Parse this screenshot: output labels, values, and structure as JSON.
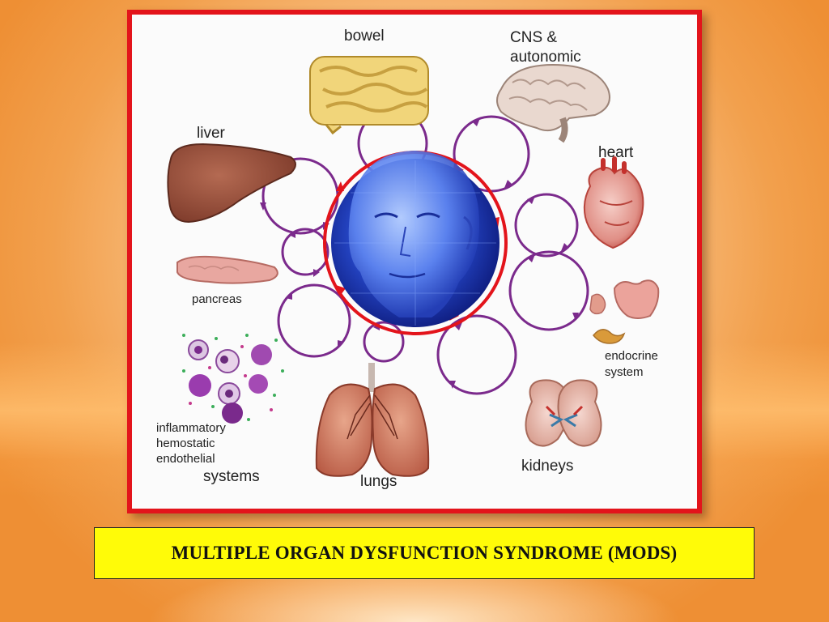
{
  "diagram": {
    "organ_labels": {
      "bowel": "bowel",
      "cns_line1": "CNS &",
      "cns_line2": "autonomic",
      "heart": "heart",
      "liver": "liver",
      "pancreas": "pancreas",
      "endocrine_line1": "endocrine",
      "endocrine_line2": "system",
      "inflammatory_line1": "inflammatory",
      "inflammatory_line2": "hemostatic",
      "inflammatory_line3": "endothelial",
      "inflammatory_line4": "systems",
      "lungs": "lungs",
      "kidneys": "kidneys"
    },
    "colors": {
      "frame_border": "#e3141b",
      "central_ring": "#e3141b",
      "cycle_arrows": "#7b2a8c",
      "caption_background": "#fffb08"
    }
  },
  "caption": {
    "text": "MULTIPLE ORGAN DYSFUNCTION SYNDROME (MODS)"
  }
}
